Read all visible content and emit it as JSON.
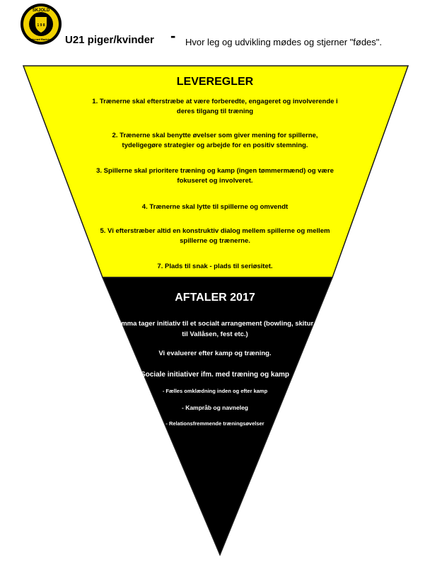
{
  "header": {
    "logo": {
      "top_text": "SKJOLD",
      "bottom_text": "Birkerød Badstrup",
      "center_text": "1 9 8",
      "primary_color": "#000000",
      "accent_color": "#f1d200"
    },
    "title": "U21 piger/kvinder",
    "dash": "-",
    "subtitle": "Hvor leg og udvikling mødes og stjerner \"fødes\"."
  },
  "colors": {
    "yellow": "#ffff00",
    "black": "#000000",
    "white": "#ffffff"
  },
  "leveregler": {
    "title": "LEVEREGLER",
    "rules": [
      "1. Trænerne skal efterstræbe at være forberedte, engageret og involverende i deres tilgang til træning",
      "2. Trænerne skal benytte øvelser som giver mening for spillerne, tydeligegøre strategier og arbejde for en positiv stemning.",
      "3. Spillerne skal prioritere træning og kamp (ingen tømmermænd) og være fokuseret og involveret.",
      "4. Trænerne skal lytte til spillerne og omvendt",
      "5. Vi efterstræber altid en konstruktiv dialog mellem spillerne og mellem spillerne og trænerne.",
      "7. Plads til snak - plads til seriøsitet."
    ]
  },
  "aftaler": {
    "title": "AFTALER 2017",
    "items": [
      "Emma tager initiativ til et socialt arrangement (bowling, skitur til Vallåsen, fest etc.)",
      "Vi evaluerer efter kamp og træning.",
      "Sociale initiativer ifm. med træning og kamp",
      "- Fælles omklædning inden og efter kamp",
      "- Kampråb og navneleg",
      "- Relationsfremmende træningsøvelser"
    ]
  }
}
